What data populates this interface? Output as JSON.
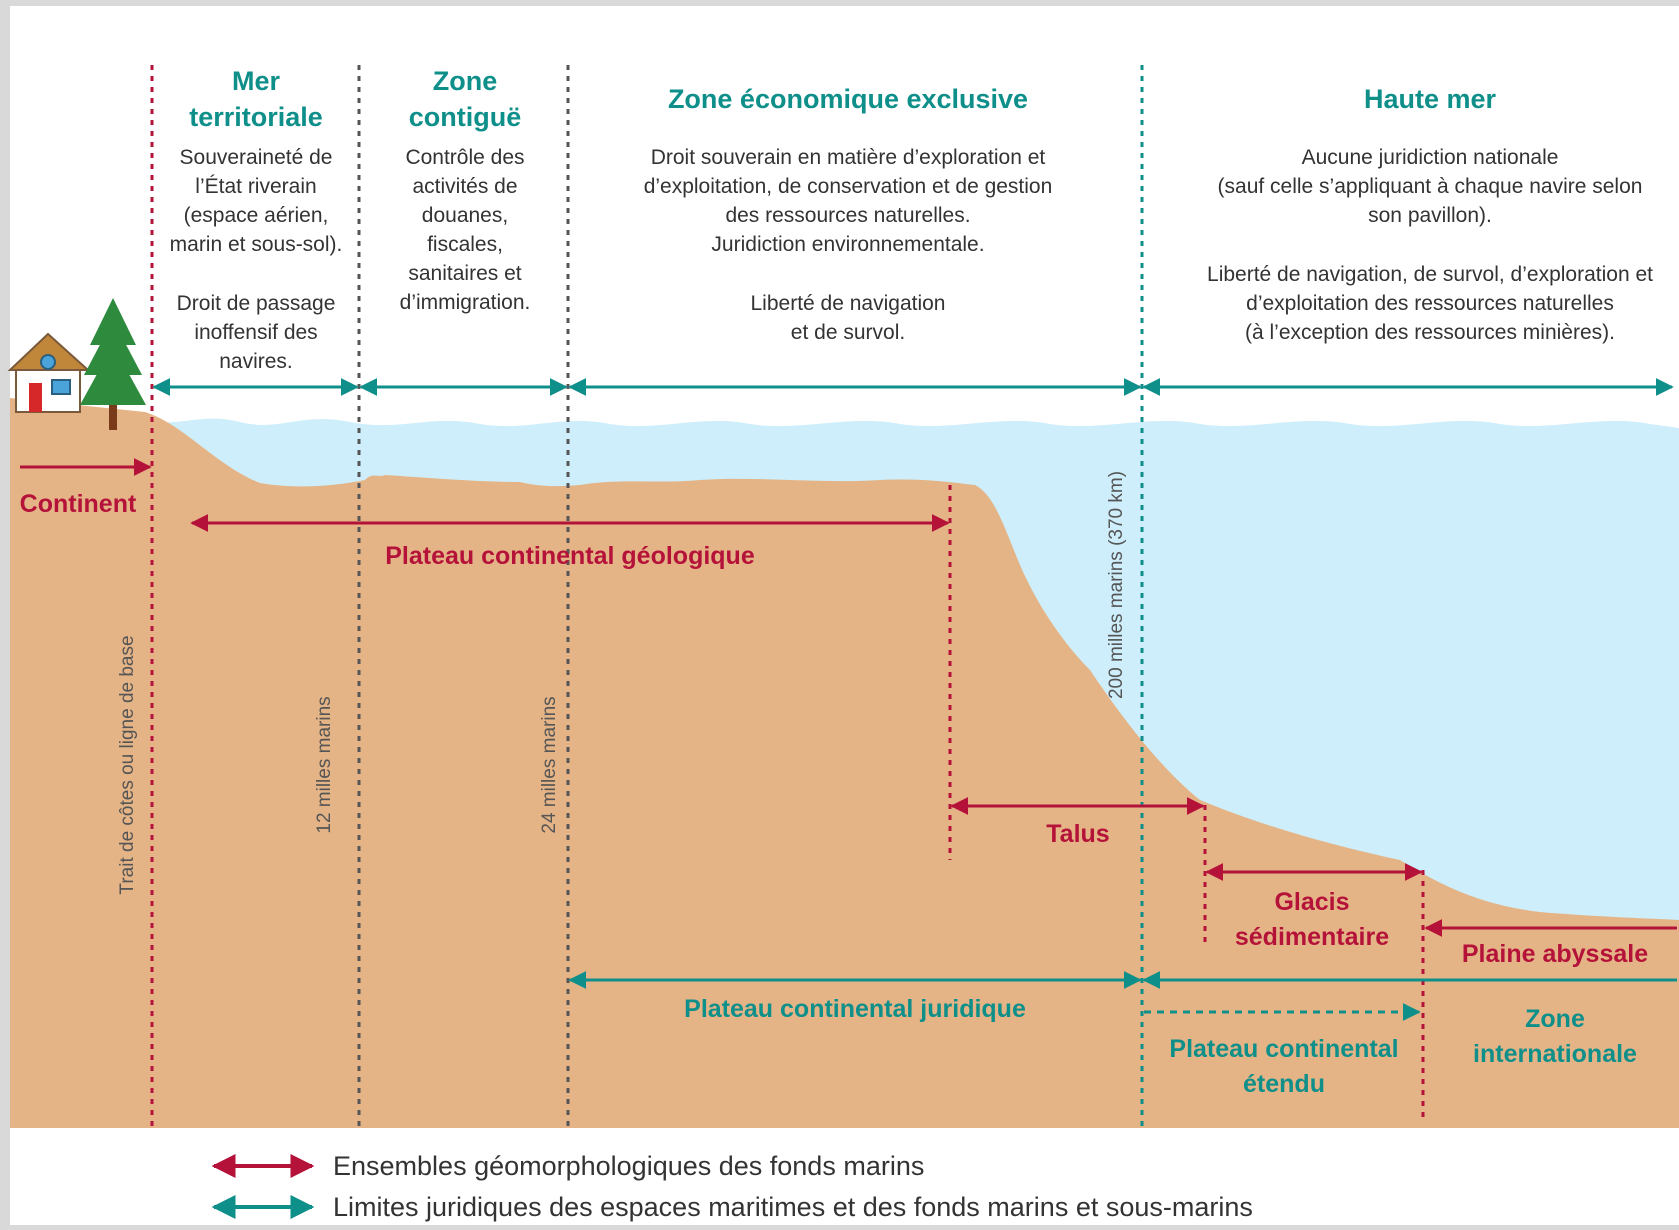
{
  "zones": [
    {
      "id": "mer-territoriale",
      "title": [
        "Mer",
        "territoriale"
      ],
      "desc": [
        "Souveraineté de",
        "l’État riverain",
        "(espace aérien,",
        "marin et sous-sol).",
        "",
        "Droit de passage",
        "inoffensif des",
        "navires."
      ]
    },
    {
      "id": "zone-contigue",
      "title": [
        "Zone",
        "contiguë"
      ],
      "desc": [
        "Contrôle des",
        "activités de",
        "douanes,",
        "fiscales,",
        "sanitaires et",
        "d’immigration."
      ]
    },
    {
      "id": "zee",
      "title": [
        "Zone économique exclusive"
      ],
      "desc": [
        "Droit souverain en matière d’exploration et",
        "d’exploitation, de conservation et de gestion",
        "des ressources naturelles.",
        "Juridiction environnementale.",
        "",
        "Liberté de navigation",
        "et de survol."
      ]
    },
    {
      "id": "haute-mer",
      "title": [
        "Haute mer"
      ],
      "desc": [
        "Aucune juridiction nationale",
        "(sauf celle s’appliquant à chaque navire selon",
        "son pavillon).",
        "",
        "Liberté de navigation, de survol, d’exploration et",
        "d’exploitation des ressources naturelles",
        "(à l’exception des ressources minières)."
      ]
    }
  ],
  "vertical_labels": {
    "baseline": "Trait de côtes ou ligne de base",
    "m12": "12 milles marins",
    "m24": "24 milles marins",
    "m200": "200 milles marins (370 km)"
  },
  "geo_labels": {
    "continent": "Continent",
    "plateau_geologique": "Plateau continental géologique",
    "talus": "Talus",
    "glacis": [
      "Glacis",
      "sédimentaire"
    ],
    "plaine": "Plaine abyssale"
  },
  "legal_labels": {
    "plateau_juridique": "Plateau continental juridique",
    "plateau_etendu": [
      "Plateau continental",
      "étendu"
    ],
    "zone_internationale": [
      "Zone",
      "internationale"
    ]
  },
  "legend": {
    "geomorph": "Ensembles géomorphologiques des fonds marins",
    "legal": "Limites juridiques des espaces maritimes et des fonds marins et sous-marins"
  },
  "colors": {
    "background": "#d9d9d9",
    "panel": "#ffffff",
    "land": "#e5b486",
    "sea": "#cdeefa",
    "geomorph": "#b5123a",
    "legal": "#0f8f8a",
    "grey_line": "#555555"
  }
}
